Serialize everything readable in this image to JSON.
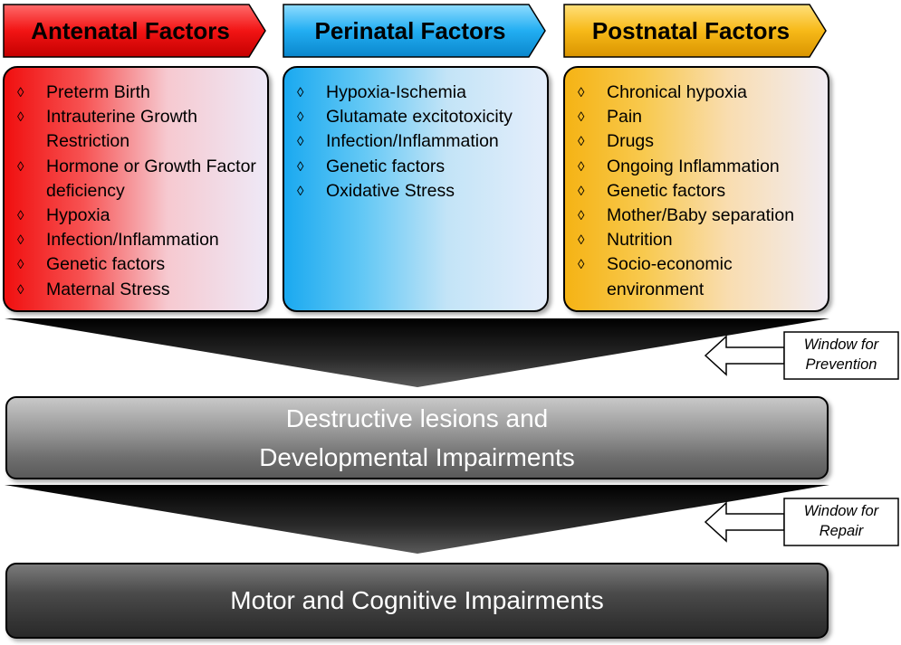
{
  "colors": {
    "antenatal": "#f00f0f",
    "perinatal": "#1aa9f0",
    "postnatal": "#f5b314",
    "funnel": "#3a3a3a"
  },
  "columns": [
    {
      "key": "antenatal",
      "title": "Antenatal Factors",
      "items": [
        "Preterm Birth",
        "Intrauterine Growth Restriction",
        "Hormone or Growth Factor deficiency",
        "Hypoxia",
        "Infection/Inflammation",
        "Genetic factors",
        "Maternal Stress"
      ]
    },
    {
      "key": "perinatal",
      "title": "Perinatal Factors",
      "items": [
        "Hypoxia-Ischemia",
        "Glutamate excitotoxicity",
        "Infection/Inflammation",
        "Genetic factors",
        "Oxidative Stress"
      ]
    },
    {
      "key": "postnatal",
      "title": "Postnatal Factors",
      "items": [
        "Chronical hypoxia",
        "Pain",
        "Drugs",
        "Ongoing Inflammation",
        "Genetic factors",
        "Mother/Baby separation",
        "Nutrition",
        "Socio-economic environment"
      ]
    }
  ],
  "bullet": "◊",
  "lesions": {
    "line1": "Destructive lesions and",
    "line2": "Developmental Impairments"
  },
  "outcome": "Motor and Cognitive Impairments",
  "windows": {
    "prevention": {
      "line1": "Window for",
      "line2": "Prevention"
    },
    "repair": {
      "line1": "Window for",
      "line2": "Repair"
    }
  }
}
